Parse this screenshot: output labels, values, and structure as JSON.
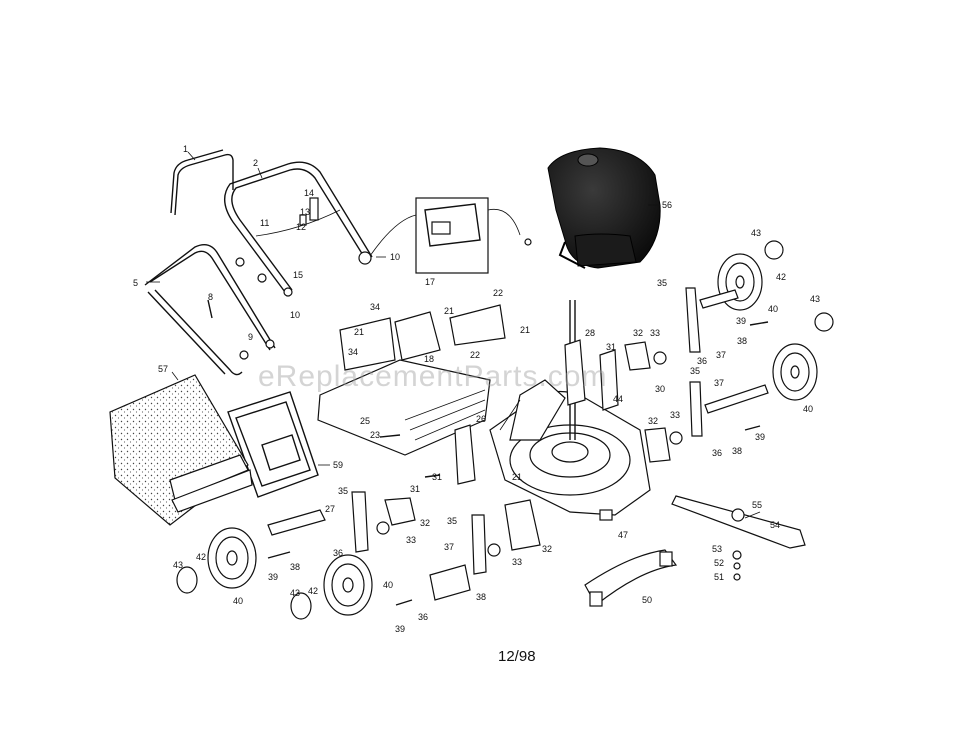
{
  "watermark": "eReplacementParts.com",
  "date_code": "12/98",
  "callouts": {
    "c1": "1",
    "c2": "2",
    "c5": "5",
    "c8": "8",
    "c9": "9",
    "c10a": "10",
    "c10b": "10",
    "c11": "11",
    "c12": "12",
    "c13": "13",
    "c14": "14",
    "c15": "15",
    "c17": "17",
    "c18": "18",
    "c21a": "21",
    "c21b": "21",
    "c21c": "21",
    "c21d": "21",
    "c22a": "22",
    "c22b": "22",
    "c23": "23",
    "c25": "25",
    "c26": "26",
    "c27": "27",
    "c28": "28",
    "c30": "30",
    "c31a": "31",
    "c31b": "31",
    "c31c": "31",
    "c32a": "32",
    "c32b": "32",
    "c32c": "32",
    "c32d": "32",
    "c33a": "33",
    "c33b": "33",
    "c33c": "33",
    "c33d": "33",
    "c34a": "34",
    "c34b": "34",
    "c35a": "35",
    "c35b": "35",
    "c35c": "35",
    "c35d": "35",
    "c36a": "36",
    "c36b": "36",
    "c36c": "36",
    "c36d": "36",
    "c37a": "37",
    "c37b": "37",
    "c37c": "37",
    "c38a": "38",
    "c38b": "38",
    "c38c": "38",
    "c38d": "38",
    "c39a": "39",
    "c39b": "39",
    "c39c": "39",
    "c39d": "39",
    "c40a": "40",
    "c40b": "40",
    "c40c": "40",
    "c40d": "40",
    "c42a": "42",
    "c42b": "42",
    "c42c": "42",
    "c43a": "43",
    "c43b": "43",
    "c43c": "43",
    "c43d": "43",
    "c44": "44",
    "c47": "47",
    "c50": "50",
    "c51": "51",
    "c52": "52",
    "c53": "53",
    "c54": "54",
    "c55": "55",
    "c56": "56",
    "c57": "57",
    "c59": "59"
  }
}
